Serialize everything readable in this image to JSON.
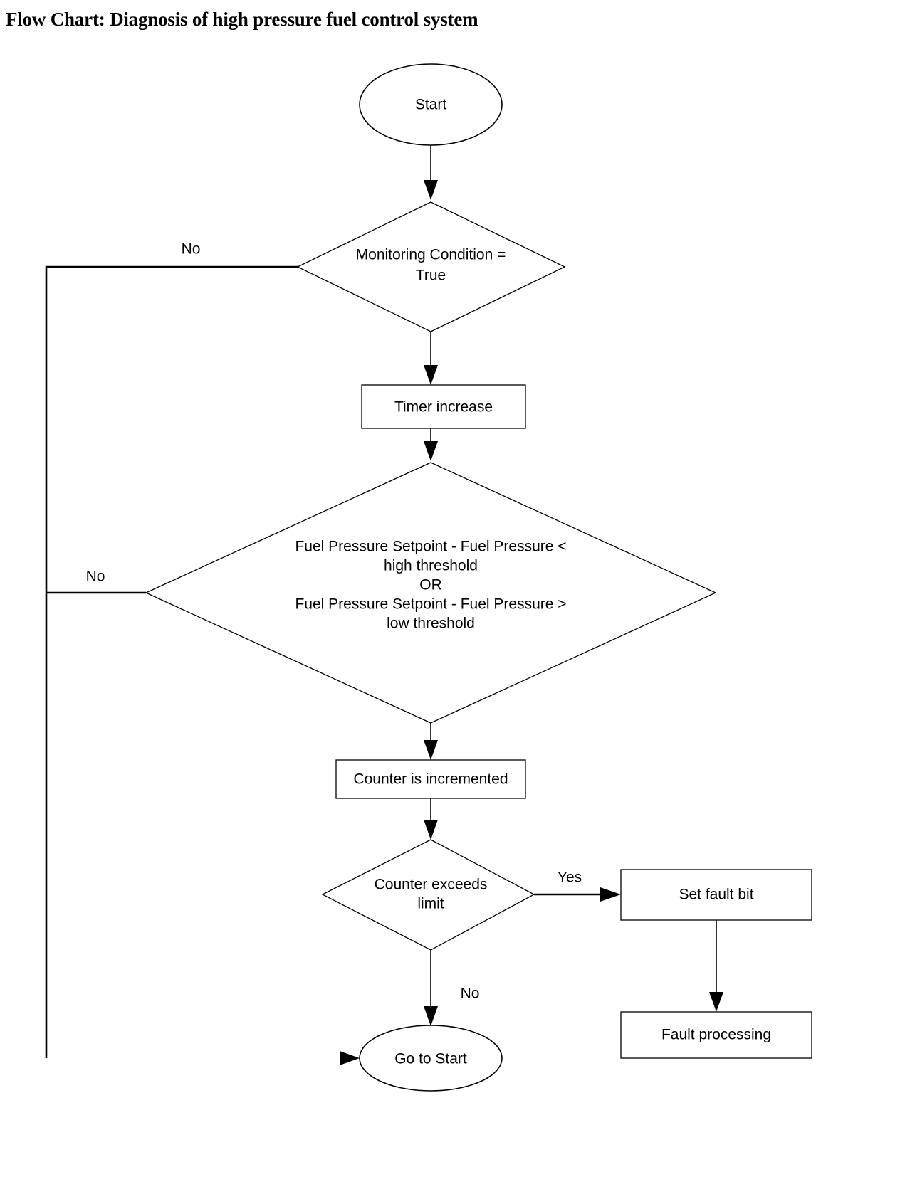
{
  "title": "Flow Chart: Diagnosis of high pressure fuel control system",
  "chart_data": {
    "type": "diagram",
    "diagram_kind": "flowchart",
    "title": "Flow Chart: Diagnosis of high pressure fuel control system",
    "orientation": "top-to-bottom",
    "nodes": [
      {
        "id": "start",
        "shape": "ellipse",
        "label": "Start"
      },
      {
        "id": "monitoring_condition",
        "shape": "diamond",
        "label": "Monitoring Condition =\nTrue",
        "lines": [
          "Monitoring Condition =",
          "True"
        ]
      },
      {
        "id": "timer_increase",
        "shape": "rectangle",
        "label": "Timer increase"
      },
      {
        "id": "pressure_check",
        "shape": "diamond",
        "label": "Fuel Pressure Setpoint  - Fuel Pressure <\nhigh threshold\nOR\nFuel Pressure Setpoint  - Fuel Pressure >\nlow threshold",
        "lines": [
          "Fuel Pressure Setpoint  - Fuel Pressure <",
          "high threshold",
          "OR",
          "Fuel Pressure Setpoint  - Fuel Pressure >",
          "low threshold"
        ]
      },
      {
        "id": "counter_increment",
        "shape": "rectangle",
        "label": "Counter is incremented"
      },
      {
        "id": "counter_exceeds",
        "shape": "diamond",
        "label": "Counter exceeds\nlimit",
        "lines": [
          "Counter exceeds",
          "limit"
        ]
      },
      {
        "id": "set_fault_bit",
        "shape": "rectangle",
        "label": "Set fault bit"
      },
      {
        "id": "fault_processing",
        "shape": "rectangle",
        "label": "Fault processing"
      },
      {
        "id": "go_to_start",
        "shape": "ellipse",
        "label": "Go to Start"
      }
    ],
    "edges": [
      {
        "from": "start",
        "to": "monitoring_condition",
        "label": ""
      },
      {
        "from": "monitoring_condition",
        "to": "go_to_start",
        "label": "No"
      },
      {
        "from": "monitoring_condition",
        "to": "timer_increase",
        "label": ""
      },
      {
        "from": "timer_increase",
        "to": "pressure_check",
        "label": ""
      },
      {
        "from": "pressure_check",
        "to": "go_to_start",
        "label": "No"
      },
      {
        "from": "pressure_check",
        "to": "counter_increment",
        "label": ""
      },
      {
        "from": "counter_increment",
        "to": "counter_exceeds",
        "label": ""
      },
      {
        "from": "counter_exceeds",
        "to": "set_fault_bit",
        "label": "Yes"
      },
      {
        "from": "counter_exceeds",
        "to": "go_to_start",
        "label": "No"
      },
      {
        "from": "set_fault_bit",
        "to": "fault_processing",
        "label": ""
      }
    ],
    "edge_labels": {
      "no_monitoring": "No",
      "no_pressure": "No",
      "yes_counter": "Yes",
      "no_counter": "No"
    },
    "colors": {
      "stroke": "#000000",
      "fill": "#ffffff",
      "text": "#000000",
      "background": "#ffffff"
    }
  },
  "nodes": {
    "start": {
      "label": "Start"
    },
    "monitoring_condition": {
      "line1": "Monitoring Condition =",
      "line2": "True"
    },
    "timer_increase": {
      "label": "Timer increase"
    },
    "pressure_check": {
      "line1": "Fuel Pressure Setpoint  - Fuel Pressure <",
      "line2": "high threshold",
      "line3": "OR",
      "line4": "Fuel Pressure Setpoint  - Fuel Pressure >",
      "line5": "low threshold"
    },
    "counter_increment": {
      "label": "Counter is incremented"
    },
    "counter_exceeds": {
      "line1": "Counter exceeds",
      "line2": "limit"
    },
    "set_fault_bit": {
      "label": "Set fault bit"
    },
    "fault_processing": {
      "label": "Fault processing"
    },
    "go_to_start": {
      "label": "Go to Start"
    }
  },
  "labels": {
    "no_monitoring": "No",
    "no_pressure": "No",
    "yes_counter": "Yes",
    "no_counter": "No"
  }
}
